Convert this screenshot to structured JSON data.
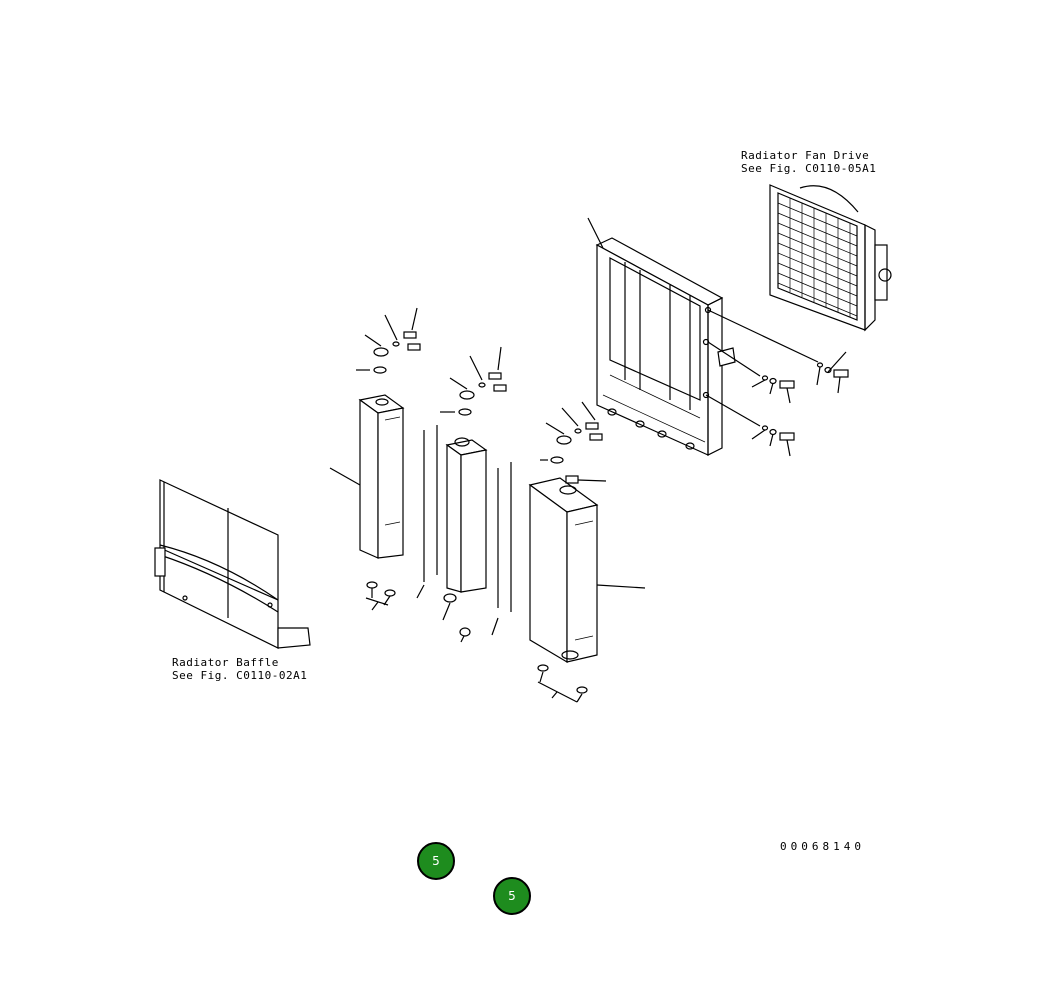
{
  "labels": {
    "fan_drive_line1": "Radiator Fan Drive",
    "fan_drive_line2": "See Fig. C0110-05A1",
    "baffle_line1": "Radiator Baffle",
    "baffle_line2": "See Fig. C0110-02A1",
    "drawing_number": "00068140"
  },
  "callouts": [
    {
      "number": "5"
    },
    {
      "number": "5"
    }
  ],
  "colors": {
    "callout_fill": "#1e8c1e",
    "callout_text": "#ffffff",
    "line": "#000000",
    "background": "#ffffff"
  }
}
